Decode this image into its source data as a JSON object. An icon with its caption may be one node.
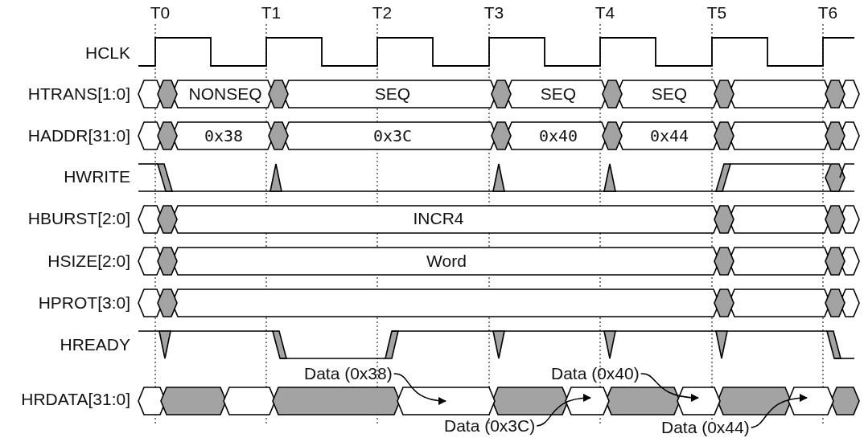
{
  "diagram": {
    "nodes": [
      {
        "text": [
          "Data (0x38)"
        ]
      },
      {
        "text": [
          "Data (0x40)"
        ]
      },
      {
        "text": [
          "Data (0x3C)"
        ]
      },
      {
        "text": [
          "Data (0x44)"
        ]
      },
      {
        "text": [],
        "shape": "box"
      },
      {
        "text": [],
        "shape": "box"
      },
      {
        "text": [],
        "shape": "box"
      },
      {
        "text": [],
        "shape": "box"
      }
    ],
    "edges": [
      {
        "from": 0,
        "to": 4,
        "arrow": "to"
      },
      {
        "from": 2,
        "to": 5,
        "arrow": "to"
      },
      {
        "from": 1,
        "to": 6,
        "arrow": "to"
      },
      {
        "from": 3,
        "to": 7,
        "arrow": "to"
      }
    ],
    "labels": [
      "T0",
      "T1",
      "T2",
      "T3",
      "T4",
      "T5",
      "T6",
      "HCLK",
      "HTRANS[1:0]",
      "NONSEQ",
      "SEQ",
      "SEQ",
      "SEQ",
      "HADDR[31:0]",
      "0x38",
      "0x3C",
      "0x40",
      "0x44",
      "HWRITE",
      "HBURST[2:0]",
      "INCR4",
      "HSIZE[2:0]",
      "Word",
      "HPROT[3:0]",
      "HREADY",
      "HRDATA[31:0]"
    ]
  }
}
